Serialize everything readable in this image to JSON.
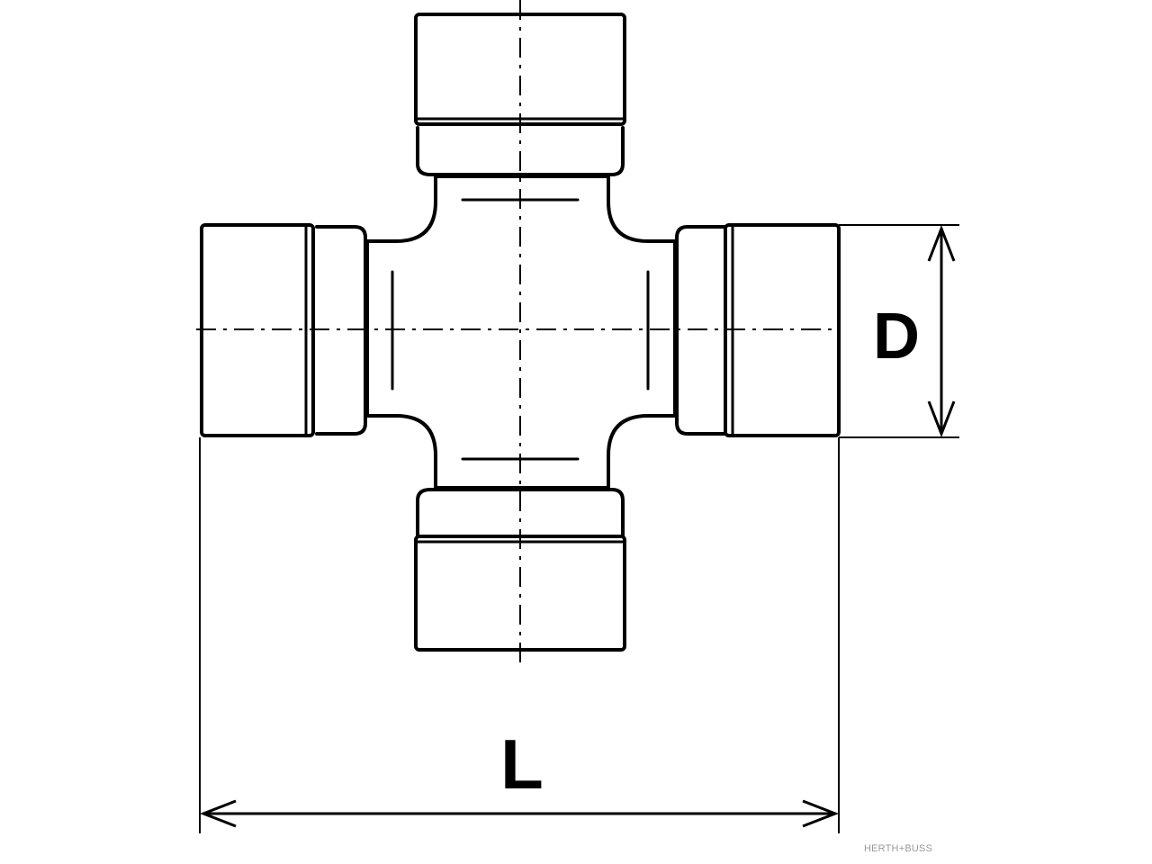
{
  "diagram": {
    "dimensions": {
      "diameter_label": "D",
      "length_label": "L"
    },
    "brand": {
      "logo_text": "HERTH+BUSS"
    },
    "colors": {
      "line": "#000000",
      "background": "#ffffff",
      "brand_text": "#9a9a9a"
    }
  }
}
